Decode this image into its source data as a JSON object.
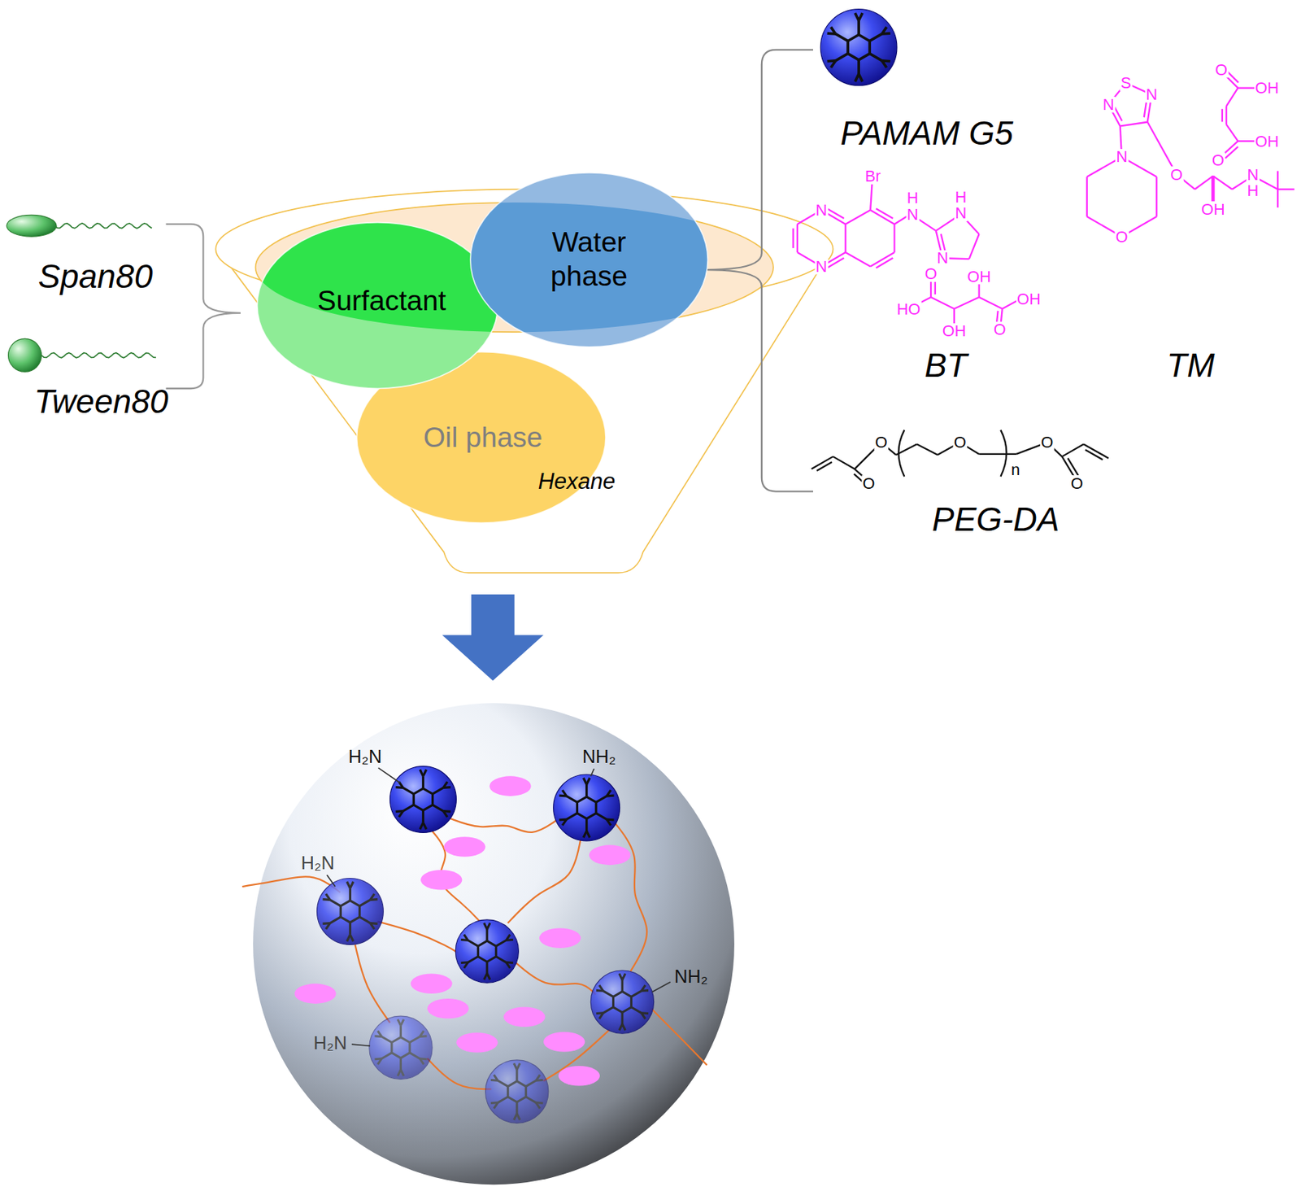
{
  "diagram": {
    "nodes": [
      {
        "text": [
          "Surfactant"
        ]
      },
      {
        "text": [
          "Water phase"
        ]
      },
      {
        "text": [
          "Oil phase",
          "Hexane"
        ]
      }
    ],
    "labels": [
      "Span80",
      "Tween80",
      "PAMAM G5",
      "Br",
      "N",
      "N",
      "H",
      "N",
      "H",
      "N",
      "N",
      "OH",
      "HO",
      "OH",
      "OH",
      "O",
      "O",
      "BT",
      "S",
      "N",
      "N",
      "N",
      "O",
      "O",
      "OH",
      "N",
      "H",
      "O",
      "OH",
      "OH",
      "O",
      "TM",
      "O",
      "O",
      "O",
      "n",
      "O",
      "O",
      "PEG-DA",
      "H₂N",
      "NH₂",
      "H₂N",
      "NH₂",
      "H₂N"
    ]
  }
}
